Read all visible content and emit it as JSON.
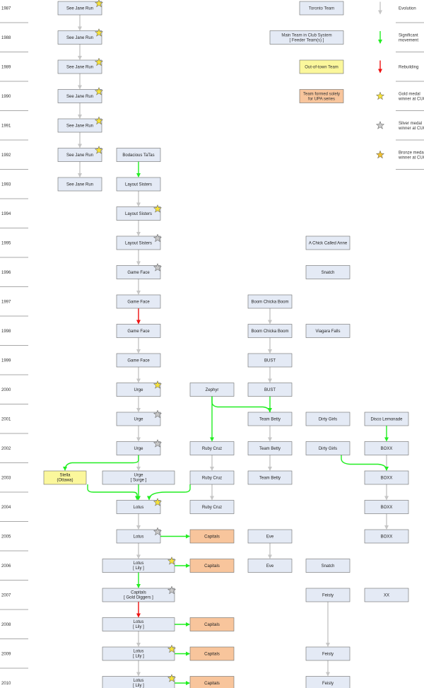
{
  "colors": {
    "evolution": "#c6c6c6",
    "significant": "#22ee22",
    "rebuilding": "#ee1111",
    "toronto_fill": "#e4eaf5",
    "outoftown_fill": "#fbf79c",
    "upa_fill": "#f8c59c",
    "gold_star": "#f5e13a",
    "silver_star": "#c8c8c8",
    "bronze_star": "#f0c030"
  },
  "years": [
    "1987",
    "1988",
    "1989",
    "1990",
    "1991",
    "1992",
    "1993",
    "1994",
    "1995",
    "1996",
    "1997",
    "1998",
    "1999",
    "2000",
    "2001",
    "2002",
    "2003",
    "2004",
    "2005",
    "2006",
    "2007",
    "2008",
    "2009",
    "2010"
  ],
  "legend": {
    "toronto_team": "Toronto Team",
    "main_team": [
      "Main Team in Club System",
      "[ Feeder Team(s) ]"
    ],
    "out_of_town": "Out-of-town Team",
    "upa_team": [
      "Team formed solely",
      "for UPA series"
    ],
    "evolution": "Evolution",
    "significant": [
      "Significant",
      "movement"
    ],
    "rebuilding": "Rebuilding",
    "gold": [
      "Gold medal",
      "winner at CUC"
    ],
    "silver": [
      "Silver medal",
      "winner at CUC"
    ],
    "bronze": [
      "Bronze medal",
      "winner at CUC"
    ]
  },
  "teams": [
    {
      "id": "sjr87",
      "col": "c1",
      "year": 0,
      "lines": [
        "See Jane Run"
      ],
      "star": "gold"
    },
    {
      "id": "sjr88",
      "col": "c1",
      "year": 1,
      "lines": [
        "See Jane Run"
      ],
      "star": "gold"
    },
    {
      "id": "sjr89",
      "col": "c1",
      "year": 2,
      "lines": [
        "See Jane Run"
      ],
      "star": "gold"
    },
    {
      "id": "sjr90",
      "col": "c1",
      "year": 3,
      "lines": [
        "See Jane Run"
      ],
      "star": "gold"
    },
    {
      "id": "sjr91",
      "col": "c1",
      "year": 4,
      "lines": [
        "See Jane Run"
      ],
      "star": "gold"
    },
    {
      "id": "sjr92",
      "col": "c1",
      "year": 5,
      "lines": [
        "See Jane Run"
      ],
      "star": "gold"
    },
    {
      "id": "sjr93",
      "col": "c1",
      "year": 6,
      "lines": [
        "See Jane Run"
      ]
    },
    {
      "id": "bt92",
      "col": "c2",
      "year": 5,
      "lines": [
        "Bodacious TaTas"
      ]
    },
    {
      "id": "ls93",
      "col": "c2",
      "year": 6,
      "lines": [
        "Layout Sisters"
      ]
    },
    {
      "id": "ls94",
      "col": "c2",
      "year": 7,
      "lines": [
        "Layout Sisters"
      ],
      "star": "gold"
    },
    {
      "id": "ls95",
      "col": "c2",
      "year": 8,
      "lines": [
        "Layout Sisters"
      ],
      "star": "silver"
    },
    {
      "id": "gf96",
      "col": "c2",
      "year": 9,
      "lines": [
        "Game Face"
      ],
      "star": "silver"
    },
    {
      "id": "gf97",
      "col": "c2",
      "year": 10,
      "lines": [
        "Game Face"
      ]
    },
    {
      "id": "gf98",
      "col": "c2",
      "year": 11,
      "lines": [
        "Game Face"
      ]
    },
    {
      "id": "gf99",
      "col": "c2",
      "year": 12,
      "lines": [
        "Game Face"
      ]
    },
    {
      "id": "ur00",
      "col": "c2",
      "year": 13,
      "lines": [
        "Urge"
      ],
      "star": "gold"
    },
    {
      "id": "ur01",
      "col": "c2",
      "year": 14,
      "lines": [
        "Urge"
      ],
      "star": "silver"
    },
    {
      "id": "ur02",
      "col": "c2",
      "year": 15,
      "lines": [
        "Urge"
      ],
      "star": "silver"
    },
    {
      "id": "ur03",
      "col": "c2w",
      "year": 16,
      "lines": [
        "Urge",
        "[ Surge ]"
      ]
    },
    {
      "id": "lo04",
      "col": "c2",
      "year": 17,
      "lines": [
        "Lotus"
      ],
      "star": "gold"
    },
    {
      "id": "lo05",
      "col": "c2",
      "year": 18,
      "lines": [
        "Lotus"
      ],
      "star": "silver"
    },
    {
      "id": "lo06",
      "col": "c2w",
      "year": 19,
      "lines": [
        "Lotus",
        "[ Lily ]"
      ],
      "star": "gold"
    },
    {
      "id": "ca07",
      "col": "c2w",
      "year": 20,
      "lines": [
        "Capitals",
        "[ Gold Diggers ]"
      ],
      "star": "silver"
    },
    {
      "id": "lo08",
      "col": "c2w",
      "year": 21,
      "lines": [
        "Lotus",
        "[ Lily ]"
      ]
    },
    {
      "id": "lo09",
      "col": "c2w",
      "year": 22,
      "lines": [
        "Lotus",
        "[ Lily ]"
      ],
      "star": "gold"
    },
    {
      "id": "lo10",
      "col": "c2w",
      "year": 23,
      "lines": [
        "Lotus",
        "[ Lily ]"
      ],
      "star": "gold"
    },
    {
      "id": "st03",
      "col": "c0",
      "year": 16,
      "lines": [
        "Stella",
        "(Ottawa)"
      ],
      "kind": "outoftown"
    },
    {
      "id": "ze00",
      "col": "c3",
      "year": 13,
      "lines": [
        "Zephyr"
      ]
    },
    {
      "id": "rc02",
      "col": "c3",
      "year": 15,
      "lines": [
        "Ruby Cruz"
      ]
    },
    {
      "id": "rc03",
      "col": "c3",
      "year": 16,
      "lines": [
        "Ruby Cruz"
      ]
    },
    {
      "id": "rc04",
      "col": "c3",
      "year": 17,
      "lines": [
        "Ruby Cruz"
      ]
    },
    {
      "id": "cp05",
      "col": "c3",
      "year": 18,
      "lines": [
        "Capitals"
      ],
      "kind": "upa"
    },
    {
      "id": "cp06",
      "col": "c3",
      "year": 19,
      "lines": [
        "Capitals"
      ],
      "kind": "upa"
    },
    {
      "id": "cp08",
      "col": "c3",
      "year": 21,
      "lines": [
        "Capitals"
      ],
      "kind": "upa"
    },
    {
      "id": "cp09",
      "col": "c3",
      "year": 22,
      "lines": [
        "Capitals"
      ],
      "kind": "upa"
    },
    {
      "id": "cp10",
      "col": "c3",
      "year": 23,
      "lines": [
        "Capitals"
      ],
      "kind": "upa"
    },
    {
      "id": "bcb97",
      "col": "c4",
      "year": 10,
      "lines": [
        "Boom Chicka Boom"
      ]
    },
    {
      "id": "bcb98",
      "col": "c4",
      "year": 11,
      "lines": [
        "Boom Chicka Boom"
      ]
    },
    {
      "id": "bu99",
      "col": "c4",
      "year": 12,
      "lines": [
        "BUST"
      ]
    },
    {
      "id": "bu00",
      "col": "c4",
      "year": 13,
      "lines": [
        "BUST"
      ]
    },
    {
      "id": "tb01",
      "col": "c4",
      "year": 14,
      "lines": [
        "Team Betty"
      ]
    },
    {
      "id": "tb02",
      "col": "c4",
      "year": 15,
      "lines": [
        "Team Betty"
      ]
    },
    {
      "id": "tb03",
      "col": "c4",
      "year": 16,
      "lines": [
        "Team Betty"
      ]
    },
    {
      "id": "ev05",
      "col": "c4",
      "year": 18,
      "lines": [
        "Eve"
      ]
    },
    {
      "id": "ev06",
      "col": "c4",
      "year": 19,
      "lines": [
        "Eve"
      ]
    },
    {
      "id": "aca95",
      "col": "c5",
      "year": 8,
      "lines": [
        "A Chick Called Anne"
      ]
    },
    {
      "id": "sn96",
      "col": "c5",
      "year": 9,
      "lines": [
        "Snatch"
      ]
    },
    {
      "id": "vf98",
      "col": "c5",
      "year": 11,
      "lines": [
        "Viagara Falls"
      ]
    },
    {
      "id": "dg01",
      "col": "c5",
      "year": 14,
      "lines": [
        "Dirty Girls"
      ]
    },
    {
      "id": "dg02",
      "col": "c5",
      "year": 15,
      "lines": [
        "Dirty Girls"
      ]
    },
    {
      "id": "sn06",
      "col": "c5",
      "year": 19,
      "lines": [
        "Snatch"
      ]
    },
    {
      "id": "fe07",
      "col": "c5",
      "year": 20,
      "lines": [
        "Feisty"
      ]
    },
    {
      "id": "fe09",
      "col": "c5",
      "year": 22,
      "lines": [
        "Feisty"
      ]
    },
    {
      "id": "fe10",
      "col": "c5",
      "year": 23,
      "lines": [
        "Feisty"
      ]
    },
    {
      "id": "dl01",
      "col": "c6",
      "year": 14,
      "lines": [
        "Disco Lemonade"
      ]
    },
    {
      "id": "bo02",
      "col": "c6",
      "year": 15,
      "lines": [
        "BOXX"
      ]
    },
    {
      "id": "bo03",
      "col": "c6",
      "year": 16,
      "lines": [
        "BOXX"
      ]
    },
    {
      "id": "bo04",
      "col": "c6",
      "year": 17,
      "lines": [
        "BOXX"
      ]
    },
    {
      "id": "bo05",
      "col": "c6",
      "year": 18,
      "lines": [
        "BOXX"
      ]
    },
    {
      "id": "xx07",
      "col": "c6",
      "year": 20,
      "lines": [
        "XX"
      ]
    }
  ],
  "links": [
    {
      "from": "sjr87",
      "to": "sjr88",
      "type": "evolution"
    },
    {
      "from": "sjr88",
      "to": "sjr89",
      "type": "evolution"
    },
    {
      "from": "sjr89",
      "to": "sjr90",
      "type": "evolution"
    },
    {
      "from": "sjr90",
      "to": "sjr91",
      "type": "evolution"
    },
    {
      "from": "sjr91",
      "to": "sjr92",
      "type": "evolution"
    },
    {
      "from": "sjr92",
      "to": "sjr93",
      "type": "evolution"
    },
    {
      "from": "bt92",
      "to": "ls93",
      "type": "significant"
    },
    {
      "from": "ls93",
      "to": "ls94",
      "type": "evolution"
    },
    {
      "from": "ls94",
      "to": "ls95",
      "type": "evolution"
    },
    {
      "from": "ls95",
      "to": "gf96",
      "type": "evolution"
    },
    {
      "from": "gf96",
      "to": "gf97",
      "type": "evolution"
    },
    {
      "from": "gf97",
      "to": "gf98",
      "type": "rebuilding"
    },
    {
      "from": "gf98",
      "to": "gf99",
      "type": "evolution"
    },
    {
      "from": "gf99",
      "to": "ur00",
      "type": "evolution"
    },
    {
      "from": "ur00",
      "to": "ur01",
      "type": "evolution"
    },
    {
      "from": "ur01",
      "to": "ur02",
      "type": "evolution"
    },
    {
      "from": "ur02",
      "to": "ur03",
      "type": "evolution"
    },
    {
      "from": "ur03",
      "to": "lo04",
      "type": "significant"
    },
    {
      "from": "lo04",
      "to": "lo05",
      "type": "evolution"
    },
    {
      "from": "lo05",
      "to": "lo06",
      "type": "evolution"
    },
    {
      "from": "lo06",
      "to": "ca07",
      "type": "significant"
    },
    {
      "from": "ca07",
      "to": "lo08",
      "type": "rebuilding"
    },
    {
      "from": "lo08",
      "to": "lo09",
      "type": "evolution"
    },
    {
      "from": "lo09",
      "to": "lo10",
      "type": "evolution"
    },
    {
      "from": "ze00",
      "to": "rc02",
      "type": "significant"
    },
    {
      "from": "rc02",
      "to": "rc03",
      "type": "evolution"
    },
    {
      "from": "rc03",
      "to": "rc04",
      "type": "evolution"
    },
    {
      "from": "bcb97",
      "to": "bcb98",
      "type": "evolution"
    },
    {
      "from": "bcb98",
      "to": "bu99",
      "type": "evolution"
    },
    {
      "from": "bu99",
      "to": "bu00",
      "type": "evolution"
    },
    {
      "from": "bu00",
      "to": "tb01",
      "type": "significant"
    },
    {
      "from": "tb01",
      "to": "tb02",
      "type": "evolution"
    },
    {
      "from": "tb02",
      "to": "tb03",
      "type": "evolution"
    },
    {
      "from": "ev05",
      "to": "ev06",
      "type": "evolution"
    },
    {
      "from": "fe07",
      "to": "fe09",
      "type": "evolution"
    },
    {
      "from": "fe09",
      "to": "fe10",
      "type": "evolution"
    },
    {
      "from": "dl01",
      "to": "bo02",
      "type": "significant"
    },
    {
      "from": "bo02",
      "to": "bo03",
      "type": "evolution"
    },
    {
      "from": "bo03",
      "to": "bo04",
      "type": "evolution"
    },
    {
      "from": "bo04",
      "to": "bo05",
      "type": "evolution"
    },
    {
      "from": "ze00",
      "to": "tb01",
      "type": "significant",
      "route": "zephyr-betty"
    },
    {
      "from": "ur02",
      "to": "st03",
      "type": "significant",
      "route": "urge-stella"
    },
    {
      "from": "st03",
      "to": "lo04",
      "type": "significant",
      "route": "stella-lotus"
    },
    {
      "from": "rc03",
      "to": "lo04",
      "type": "significant",
      "route": "ruby-lotus"
    },
    {
      "from": "dg02",
      "to": "bo03",
      "type": "significant",
      "route": "dirty-boxx"
    },
    {
      "from": "lo05",
      "to": "cp05",
      "type": "significant",
      "route": "side"
    },
    {
      "from": "lo06",
      "to": "cp06",
      "type": "significant",
      "route": "side"
    },
    {
      "from": "lo08",
      "to": "cp08",
      "type": "significant",
      "route": "side"
    },
    {
      "from": "lo09",
      "to": "cp09",
      "type": "significant",
      "route": "side"
    },
    {
      "from": "lo10",
      "to": "cp10",
      "type": "significant",
      "route": "side"
    }
  ]
}
